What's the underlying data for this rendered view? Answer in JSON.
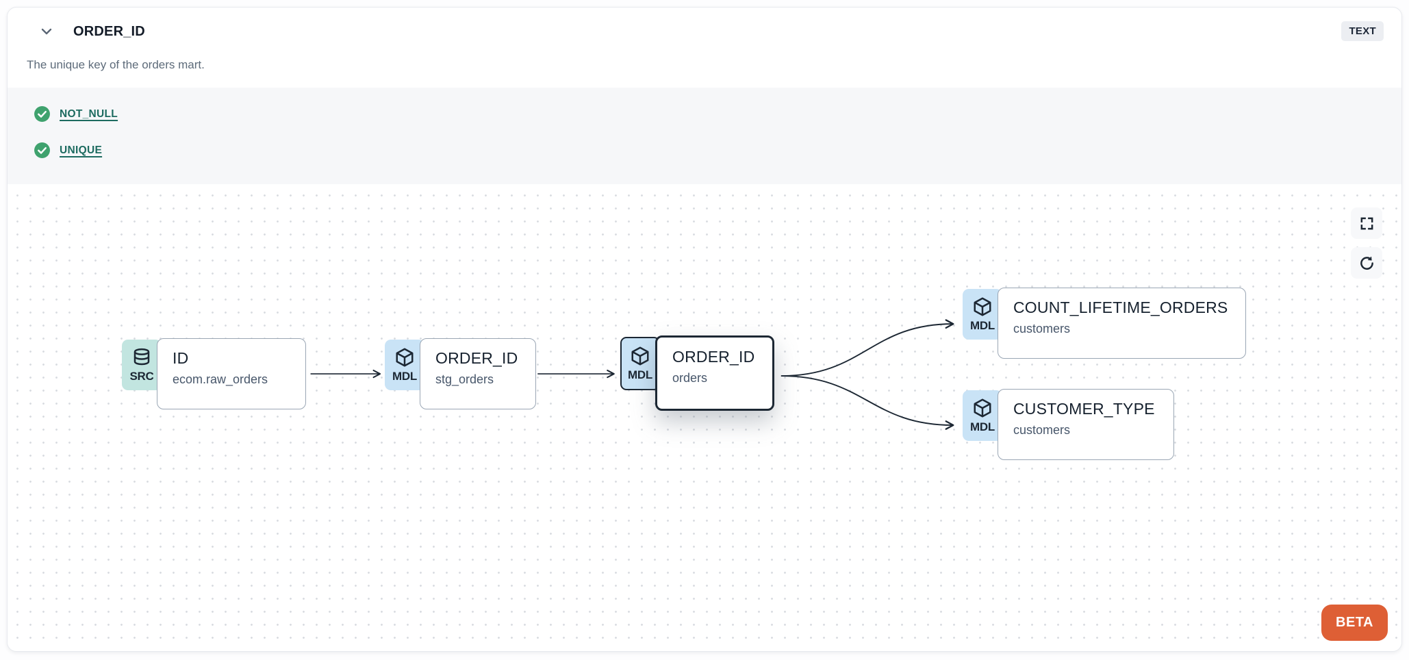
{
  "header": {
    "title": "ORDER_ID",
    "type_badge": "TEXT",
    "description": "The unique key of the orders mart.",
    "collapse_icon": "chevron-down-icon"
  },
  "tests": [
    {
      "label": "NOT_NULL",
      "status": "pass",
      "icon": "check-circle-icon"
    },
    {
      "label": "UNIQUE",
      "status": "pass",
      "icon": "check-circle-icon"
    }
  ],
  "canvas": {
    "nodes": [
      {
        "id": "src_id",
        "badge": "SRC",
        "icon": "database-icon",
        "title": "ID",
        "subtitle": "ecom.raw_orders",
        "selected": false
      },
      {
        "id": "stg",
        "badge": "MDL",
        "icon": "cube-icon",
        "title": "ORDER_ID",
        "subtitle": "stg_orders",
        "selected": false
      },
      {
        "id": "mart",
        "badge": "MDL",
        "icon": "cube-icon",
        "title": "ORDER_ID",
        "subtitle": "orders",
        "selected": true
      },
      {
        "id": "count",
        "badge": "MDL",
        "icon": "cube-icon",
        "title": "COUNT_LIFETIME_ORDERS",
        "subtitle": "customers",
        "selected": false
      },
      {
        "id": "ctype",
        "badge": "MDL",
        "icon": "cube-icon",
        "title": "CUSTOMER_TYPE",
        "subtitle": "customers",
        "selected": false
      }
    ],
    "edges": [
      {
        "from": "src_id",
        "to": "stg"
      },
      {
        "from": "stg",
        "to": "mart"
      },
      {
        "from": "mart",
        "to": "count"
      },
      {
        "from": "mart",
        "to": "ctype"
      }
    ],
    "controls": [
      {
        "name": "fullscreen",
        "icon": "fullscreen-icon"
      },
      {
        "name": "refresh",
        "icon": "refresh-icon"
      }
    ],
    "beta_label": "BETA"
  },
  "colors": {
    "accent_orange": "#de5f35",
    "test_pass_green": "#3fa26e",
    "test_link_teal": "#1d6b60",
    "src_badge_teal": "#c2e5e0",
    "mdl_badge_blue": "#c9e3f6",
    "node_ink_navy": "#1c2733",
    "tests_section_bg": "#f6f7f9",
    "type_badge_bg": "#eceef2",
    "edge_color": "#1c2733"
  }
}
